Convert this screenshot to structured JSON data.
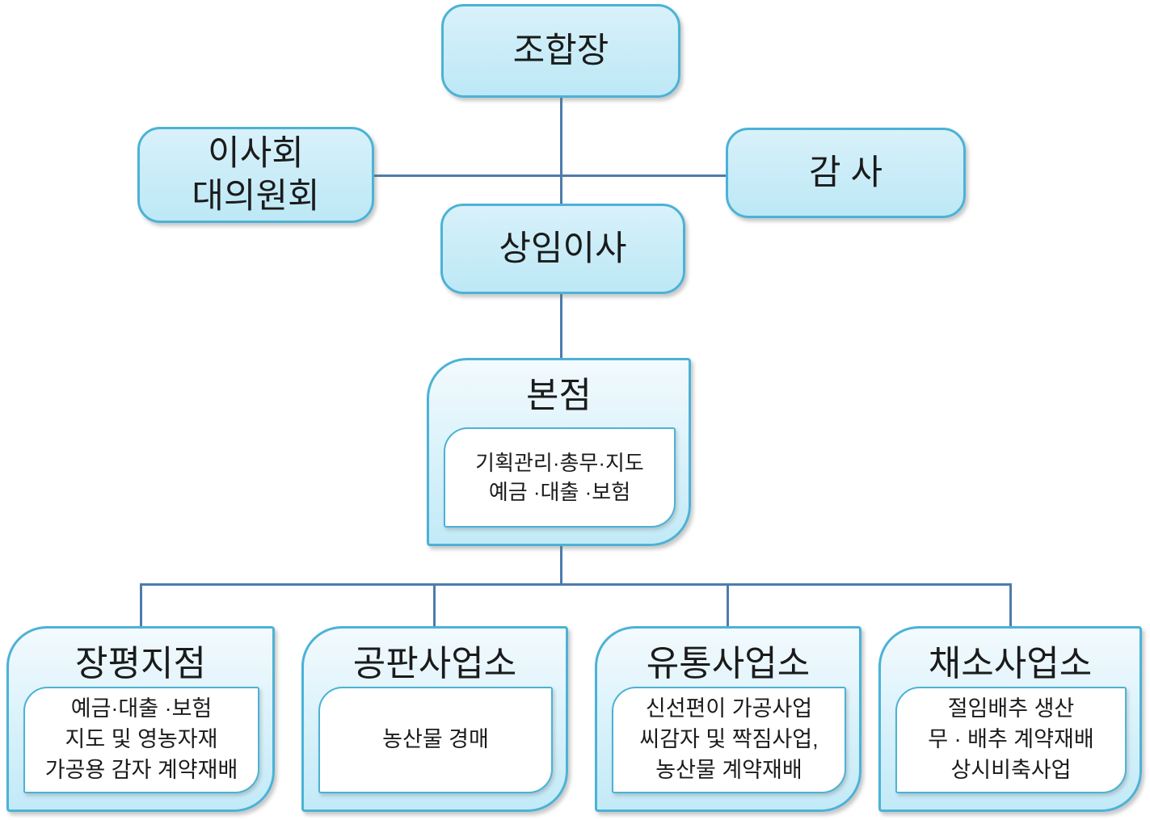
{
  "org": {
    "chairman": {
      "label": "조합장"
    },
    "board": {
      "lines": [
        "이사회",
        "대의원회"
      ]
    },
    "auditor": {
      "label": "감 사"
    },
    "executive_director": {
      "label": "상임이사"
    },
    "head_office": {
      "title": "본점",
      "details": [
        "기획관리·총무·지도",
        "예금 ·대출 ·보험"
      ]
    },
    "branches": [
      {
        "title": "장평지점",
        "details": [
          "예금·대출 ·보험",
          "지도 및 영농자재",
          "가공용 감자 계약재배"
        ]
      },
      {
        "title": "공판사업소",
        "details": [
          "농산물 경매"
        ]
      },
      {
        "title": "유통사업소",
        "details": [
          "신선편이 가공사업",
          "씨감자 및 짝짐사업,",
          "농산물 계약재배"
        ]
      },
      {
        "title": "채소사업소",
        "details": [
          "절임배추 생산",
          "무 · 배추 계약재배",
          "상시비축사업"
        ]
      }
    ],
    "colors": {
      "node_border": "#4cb2d6",
      "node_fill_top": "#f3fafd",
      "node_fill_bottom": "#bde8f6",
      "inner_panel_fill": "#ffffff",
      "connector": "#4d7cab",
      "text": "#1b1b1b",
      "background": "#ffffff"
    }
  }
}
